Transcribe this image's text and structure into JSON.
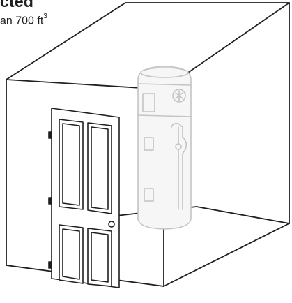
{
  "heading": "cted",
  "subheading": {
    "prefix": "an 700 ft",
    "superscript": "3"
  },
  "colors": {
    "line": "#1f1f1f",
    "heater": "#c4c4c4",
    "heater_fill": "#f6f6f6"
  }
}
